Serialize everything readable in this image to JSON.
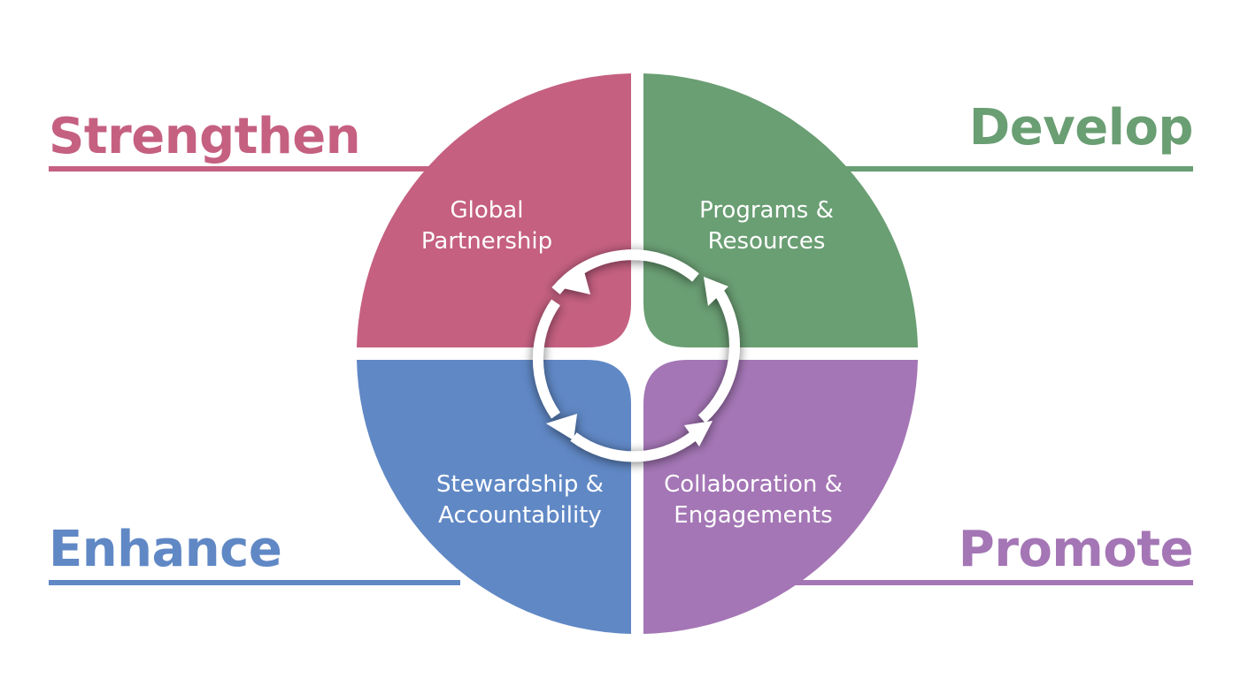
{
  "headings": {
    "strengthen": "Strengthen",
    "develop": "Develop",
    "enhance": "Enhance",
    "promote": "Promote"
  },
  "quadrants": {
    "top_left": {
      "line1": "Global",
      "line2": "Partnership"
    },
    "top_right": {
      "line1": "Programs &",
      "line2": "Resources"
    },
    "bottom_left": {
      "line1": "Stewardship &",
      "line2": "Accountability"
    },
    "bottom_right": {
      "line1": "Collaboration &",
      "line2": "Engagements"
    }
  },
  "colors": {
    "strengthen": "#c56081",
    "develop": "#6a9e73",
    "enhance": "#6088c5",
    "promote": "#a476b5",
    "arrows": "#ffffff"
  },
  "icons": [
    "cycle-arrows-icon"
  ]
}
